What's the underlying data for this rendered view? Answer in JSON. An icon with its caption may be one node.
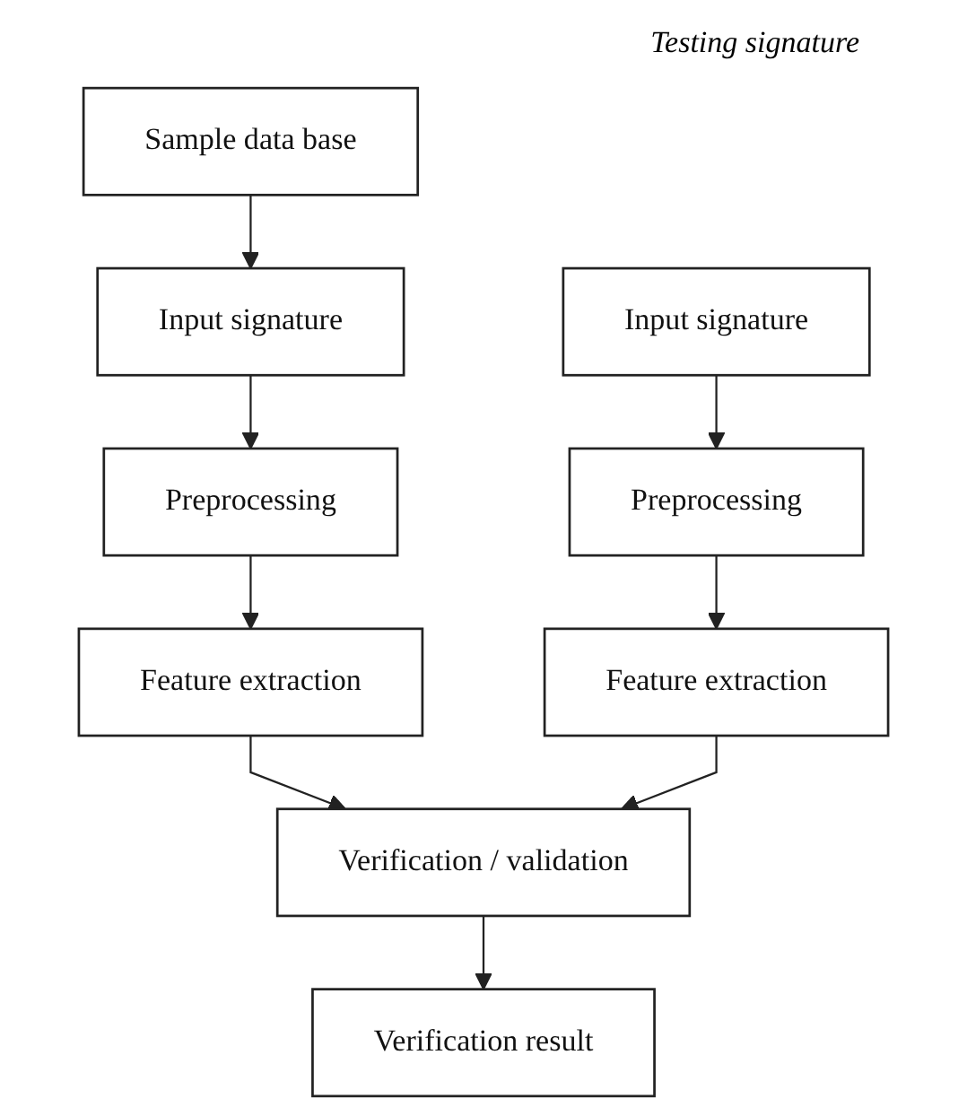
{
  "diagram": {
    "nodes": [
      {
        "text": [
          "Sample data base"
        ]
      },
      {
        "text": [
          "Input signature"
        ]
      },
      {
        "text": [
          "Preprocessing"
        ]
      },
      {
        "text": [
          "Feature extraction"
        ]
      },
      {
        "text": [
          "Input signature"
        ]
      },
      {
        "text": [
          "Preprocessing"
        ]
      },
      {
        "text": [
          "Feature extraction"
        ]
      },
      {
        "text": [
          "Verification / validation"
        ]
      },
      {
        "text": [
          "Verification result"
        ]
      }
    ],
    "edges": [
      {
        "from": 0,
        "to": 1,
        "arrow": "to"
      },
      {
        "from": 1,
        "to": 2,
        "arrow": "to"
      },
      {
        "from": 2,
        "to": 3,
        "arrow": "to"
      },
      {
        "from": 4,
        "to": 5,
        "arrow": "to"
      },
      {
        "from": 5,
        "to": 6,
        "arrow": "to"
      },
      {
        "from": 3,
        "to": 7,
        "arrow": "to"
      },
      {
        "from": 6,
        "to": 7,
        "arrow": "to"
      },
      {
        "from": 7,
        "to": 8,
        "arrow": "to"
      }
    ],
    "labels": [
      "Testing signature"
    ]
  }
}
